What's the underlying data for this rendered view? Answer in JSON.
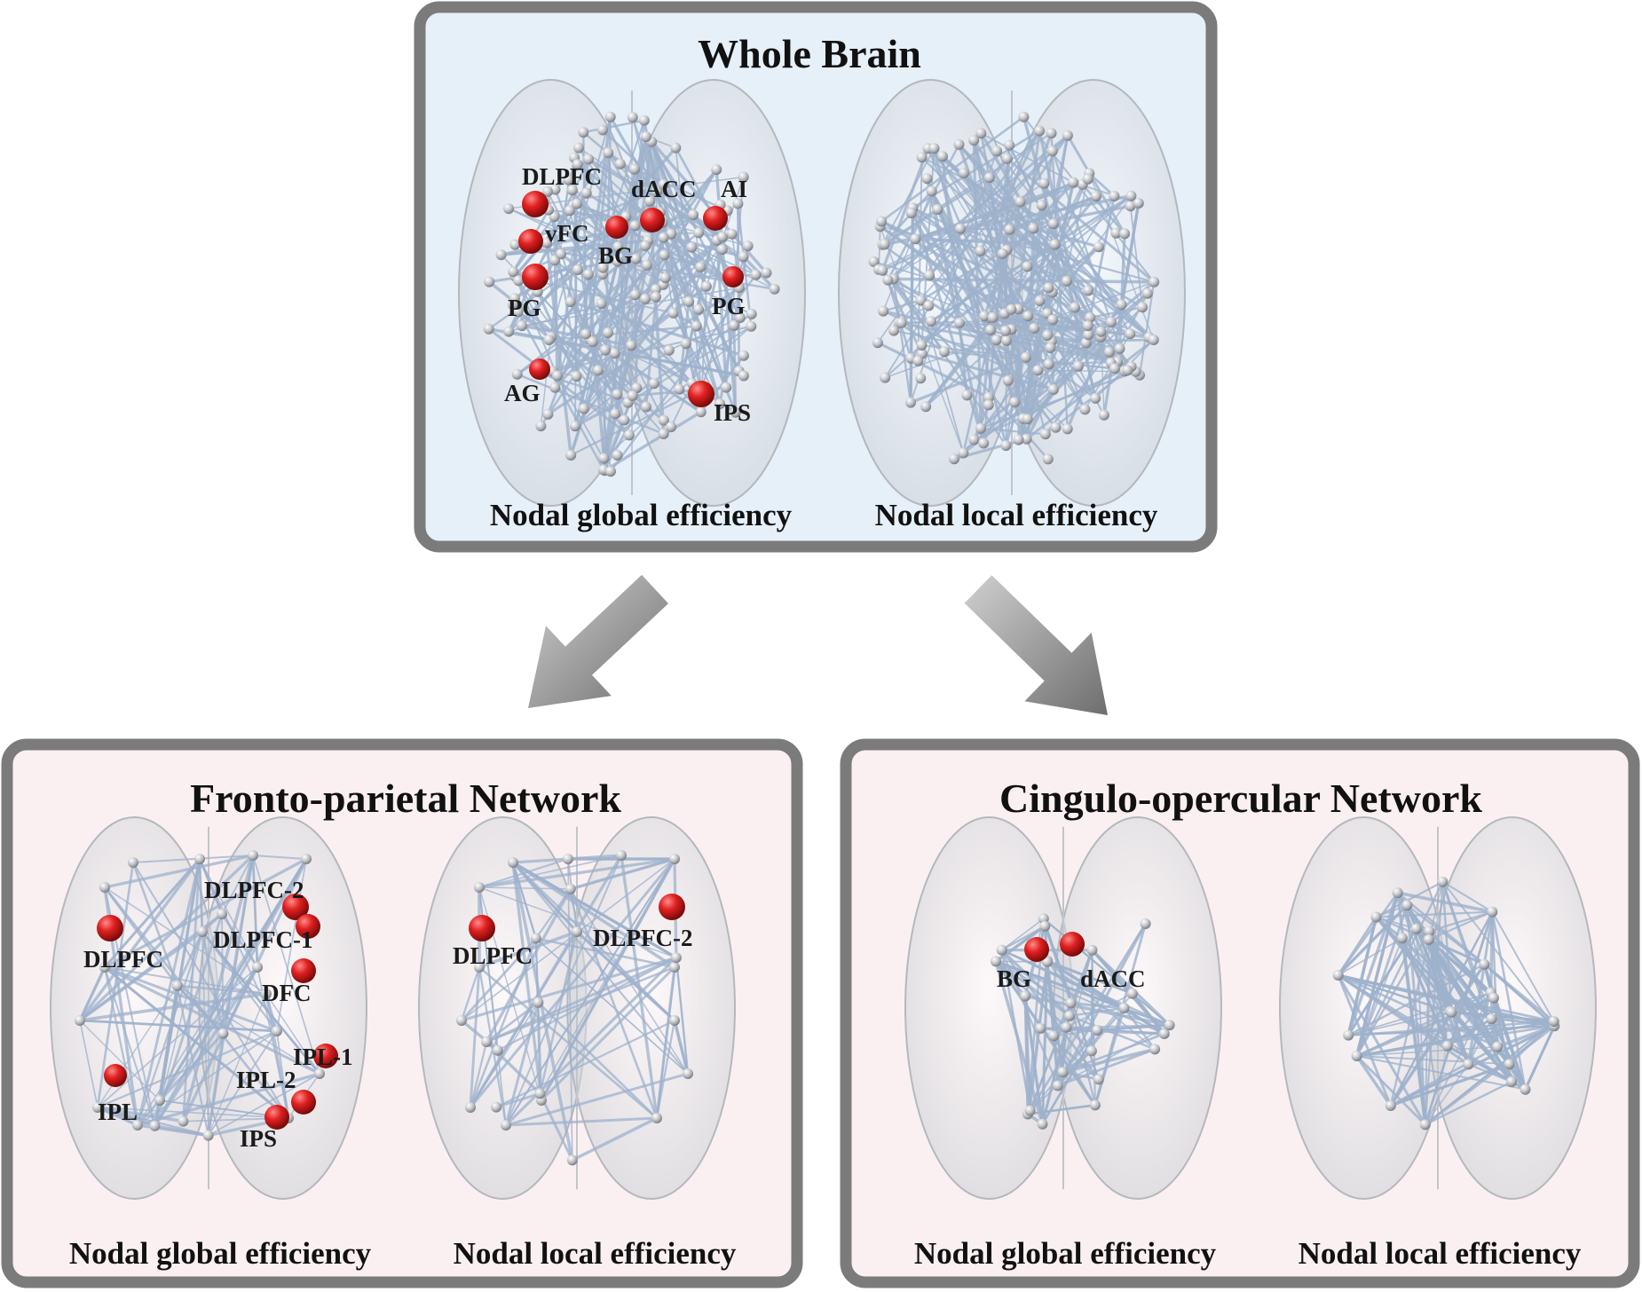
{
  "panels": {
    "whole": {
      "title": "Whole Brain",
      "left_caption": "Nodal global efficiency",
      "right_caption": "Nodal local efficiency",
      "background": "#e6f0f9",
      "left_labels": [
        "DLPFC",
        "dACC",
        "AI",
        "vFC",
        "BG",
        "PG",
        "PG",
        "AG",
        "IPS"
      ]
    },
    "fronto": {
      "title": "Fronto-parietal Network",
      "left_caption": "Nodal global efficiency",
      "right_caption": "Nodal local efficiency",
      "background": "#fbf0f1",
      "left_labels": [
        "DLPFC-2",
        "DLPFC-1",
        "DLPFC",
        "DFC",
        "IPL-1",
        "IPL-2",
        "IPL",
        "IPS"
      ],
      "right_labels": [
        "DLPFC",
        "DLPFC-2"
      ]
    },
    "cingulo": {
      "title": "Cingulo-opercular Network",
      "left_caption": "Nodal global efficiency",
      "right_caption": "Nodal local efficiency",
      "background": "#fbf0f1",
      "left_labels": [
        "BG",
        "dACC"
      ]
    }
  },
  "colors": {
    "panel_border": "#7b7b7b",
    "highlight_node": "#d91c1c",
    "regular_node": "#b9bcc2",
    "edge": "#9eb2cc",
    "arrow": "#8a8a8a"
  }
}
